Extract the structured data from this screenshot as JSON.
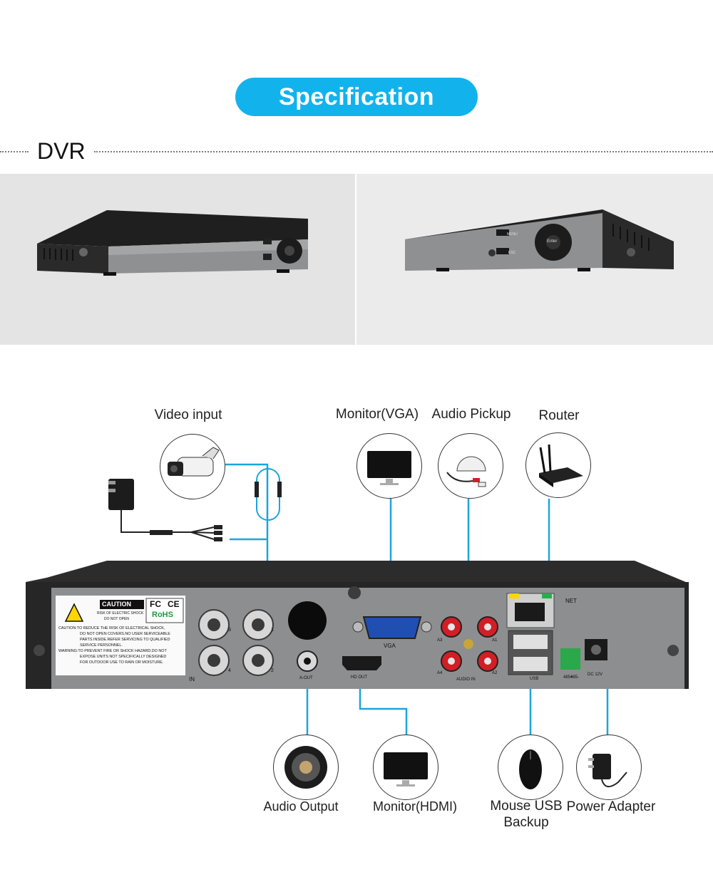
{
  "header": {
    "title": "Specification",
    "accent_color": "#12b3ec"
  },
  "section": {
    "label": "DVR"
  },
  "device_front": {
    "buttons": [
      "MENU",
      "ESC",
      "Enter"
    ]
  },
  "rear_panel": {
    "caution": {
      "title": "CAUTION",
      "subtitle_line1": "RISK OF ELECTRIC SHOCK",
      "subtitle_line2": "DO NOT OPEN",
      "text_line1": "CAUTION:TO REDUCE THE RISK OF ELECTRICAL SHOCK,",
      "text_line2": "DO NOT OPEN COVERS.NO USER SERVICEABLE",
      "text_line3": "PARTS INSIDE.REFER SERVICING TO QUALIFIED",
      "text_line4": "SERVICE PERSONNEL.",
      "warning_line1": "WARNING:TO PREVENT FIRE OR SHOCK HAZARD.DO NOT",
      "warning_line2": "EXPOSE UNITS NOT SPECIFICALLY DESIGNED",
      "warning_line3": "FOR OUTDOOR USE TO RAIN OR MOISTURE."
    },
    "certs": {
      "fc": "FC",
      "ce": "CE",
      "rohs": "RoHS"
    },
    "port_labels": {
      "in": "IN",
      "bnc1": "1",
      "bnc2": "2",
      "bnc3": "3",
      "bnc4": "4",
      "a_out": "A-OUT",
      "vga": "VGA",
      "hd_out": "HD OUT",
      "a1": "A1",
      "a2": "A2",
      "a3": "A3",
      "a4": "A4",
      "audio_in": "AUDIO IN",
      "net": "NET",
      "usb": "USB",
      "rs485_a": "485+",
      "rs485_b": "485-",
      "dc": "DC 12V"
    }
  },
  "connections": [
    {
      "label": "Video input",
      "icon": "camera-icon"
    },
    {
      "label": "Monitor(VGA)",
      "icon": "monitor-icon"
    },
    {
      "label": "Audio Pickup",
      "icon": "microphone-icon"
    },
    {
      "label": "Router",
      "icon": "router-icon"
    },
    {
      "label": "Audio Output",
      "icon": "speaker-icon"
    },
    {
      "label": "Monitor(HDMI)",
      "icon": "monitor-icon"
    },
    {
      "label": "Mouse USB Backup",
      "line1": "Mouse USB",
      "line2": "Backup",
      "icon": "mouse-icon"
    },
    {
      "label": "Power Adapter",
      "icon": "power-adapter-icon"
    }
  ],
  "colors": {
    "wire": "#1aa6dc",
    "device_body": "#2b2b2b",
    "device_panel": "#8e8f90"
  }
}
